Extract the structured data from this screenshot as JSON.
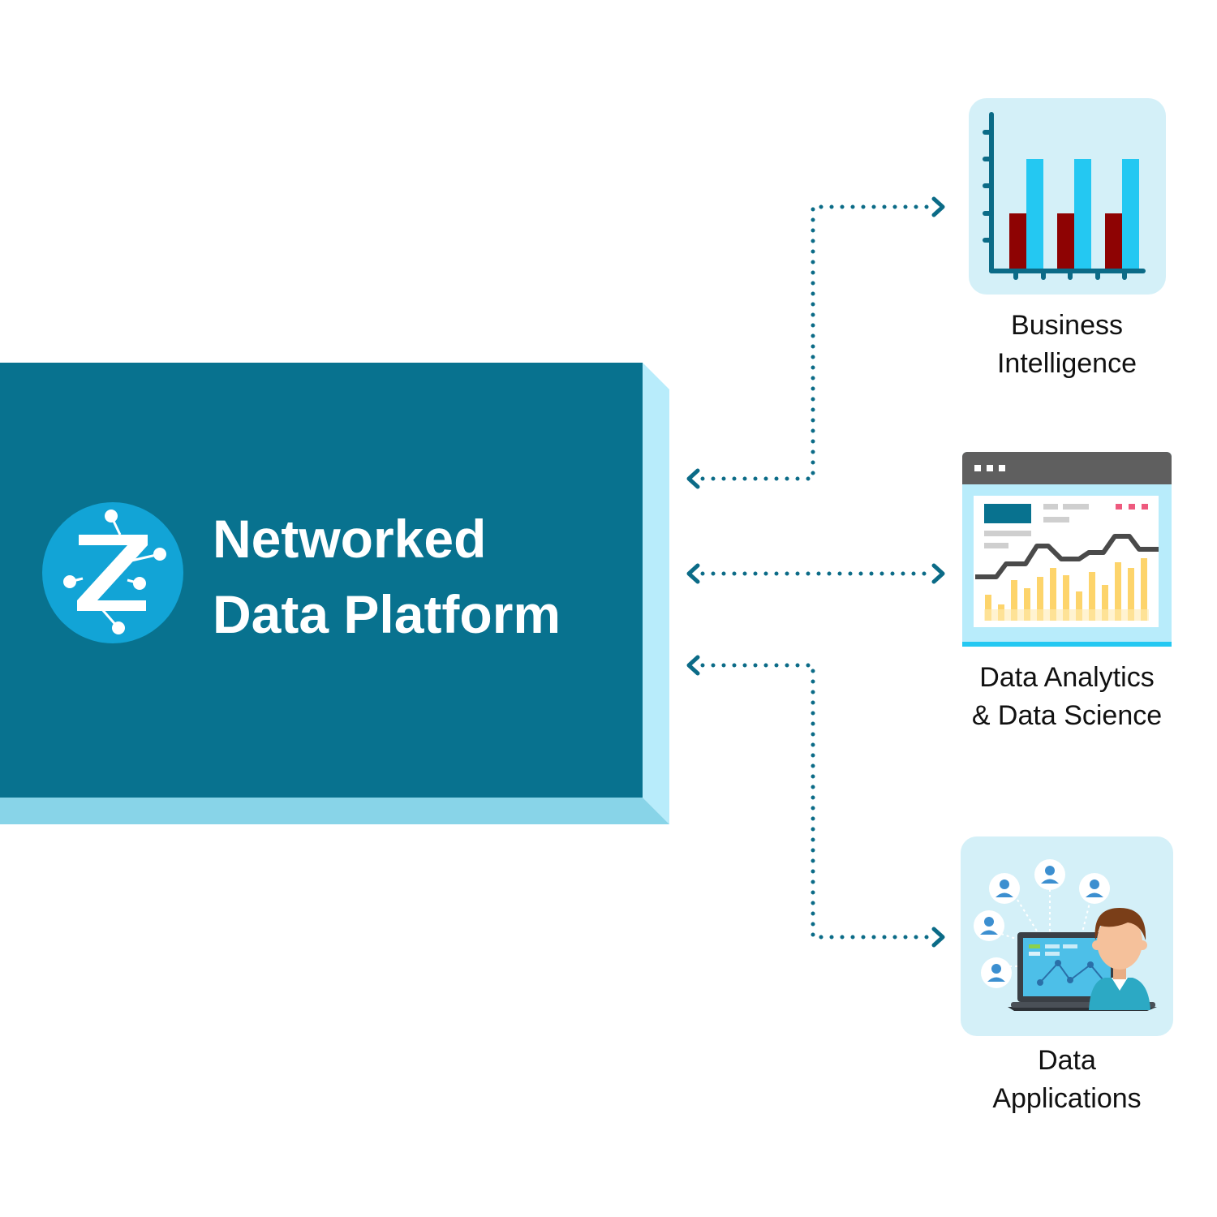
{
  "platform": {
    "title_line1": "Networked",
    "title_line2": "Data Platform",
    "colors": {
      "face": "#08728F",
      "bevel_right": "#B8ECFB",
      "bevel_bottom": "#88D4E8",
      "logo": "#12A4D6"
    },
    "logo_icon": "z-network-logo-icon"
  },
  "targets": [
    {
      "line1": "Business",
      "line2": "Intelligence",
      "icon": "bar-chart-icon",
      "colors": {
        "tile": "#D4F0F8",
        "bar_tall": "#24C8F2",
        "bar_short": "#8E0303",
        "axis": "#0B6B87"
      }
    },
    {
      "line1": "Data Analytics",
      "line2": "& Data Science",
      "icon": "dashboard-window-icon",
      "colors": {
        "titlebar": "#5F5F5F",
        "frame": "#B8ECFB",
        "header_block": "#08728F",
        "bars": "#FDD46B",
        "line": "#4A4A4A",
        "dots": "#EE5A7E"
      }
    },
    {
      "line1": "Data",
      "line2": "Applications",
      "icon": "users-network-icon",
      "colors": {
        "tile": "#D4F0F8",
        "user": "#3C8FD0",
        "shirt": "#2CA9C4",
        "hair": "#7A3E18",
        "skin": "#F5C19B",
        "laptop": "#3A3F45"
      }
    }
  ],
  "connector_style": {
    "color": "#0B6B87",
    "pattern": "dotted",
    "arrowheads": "both"
  }
}
